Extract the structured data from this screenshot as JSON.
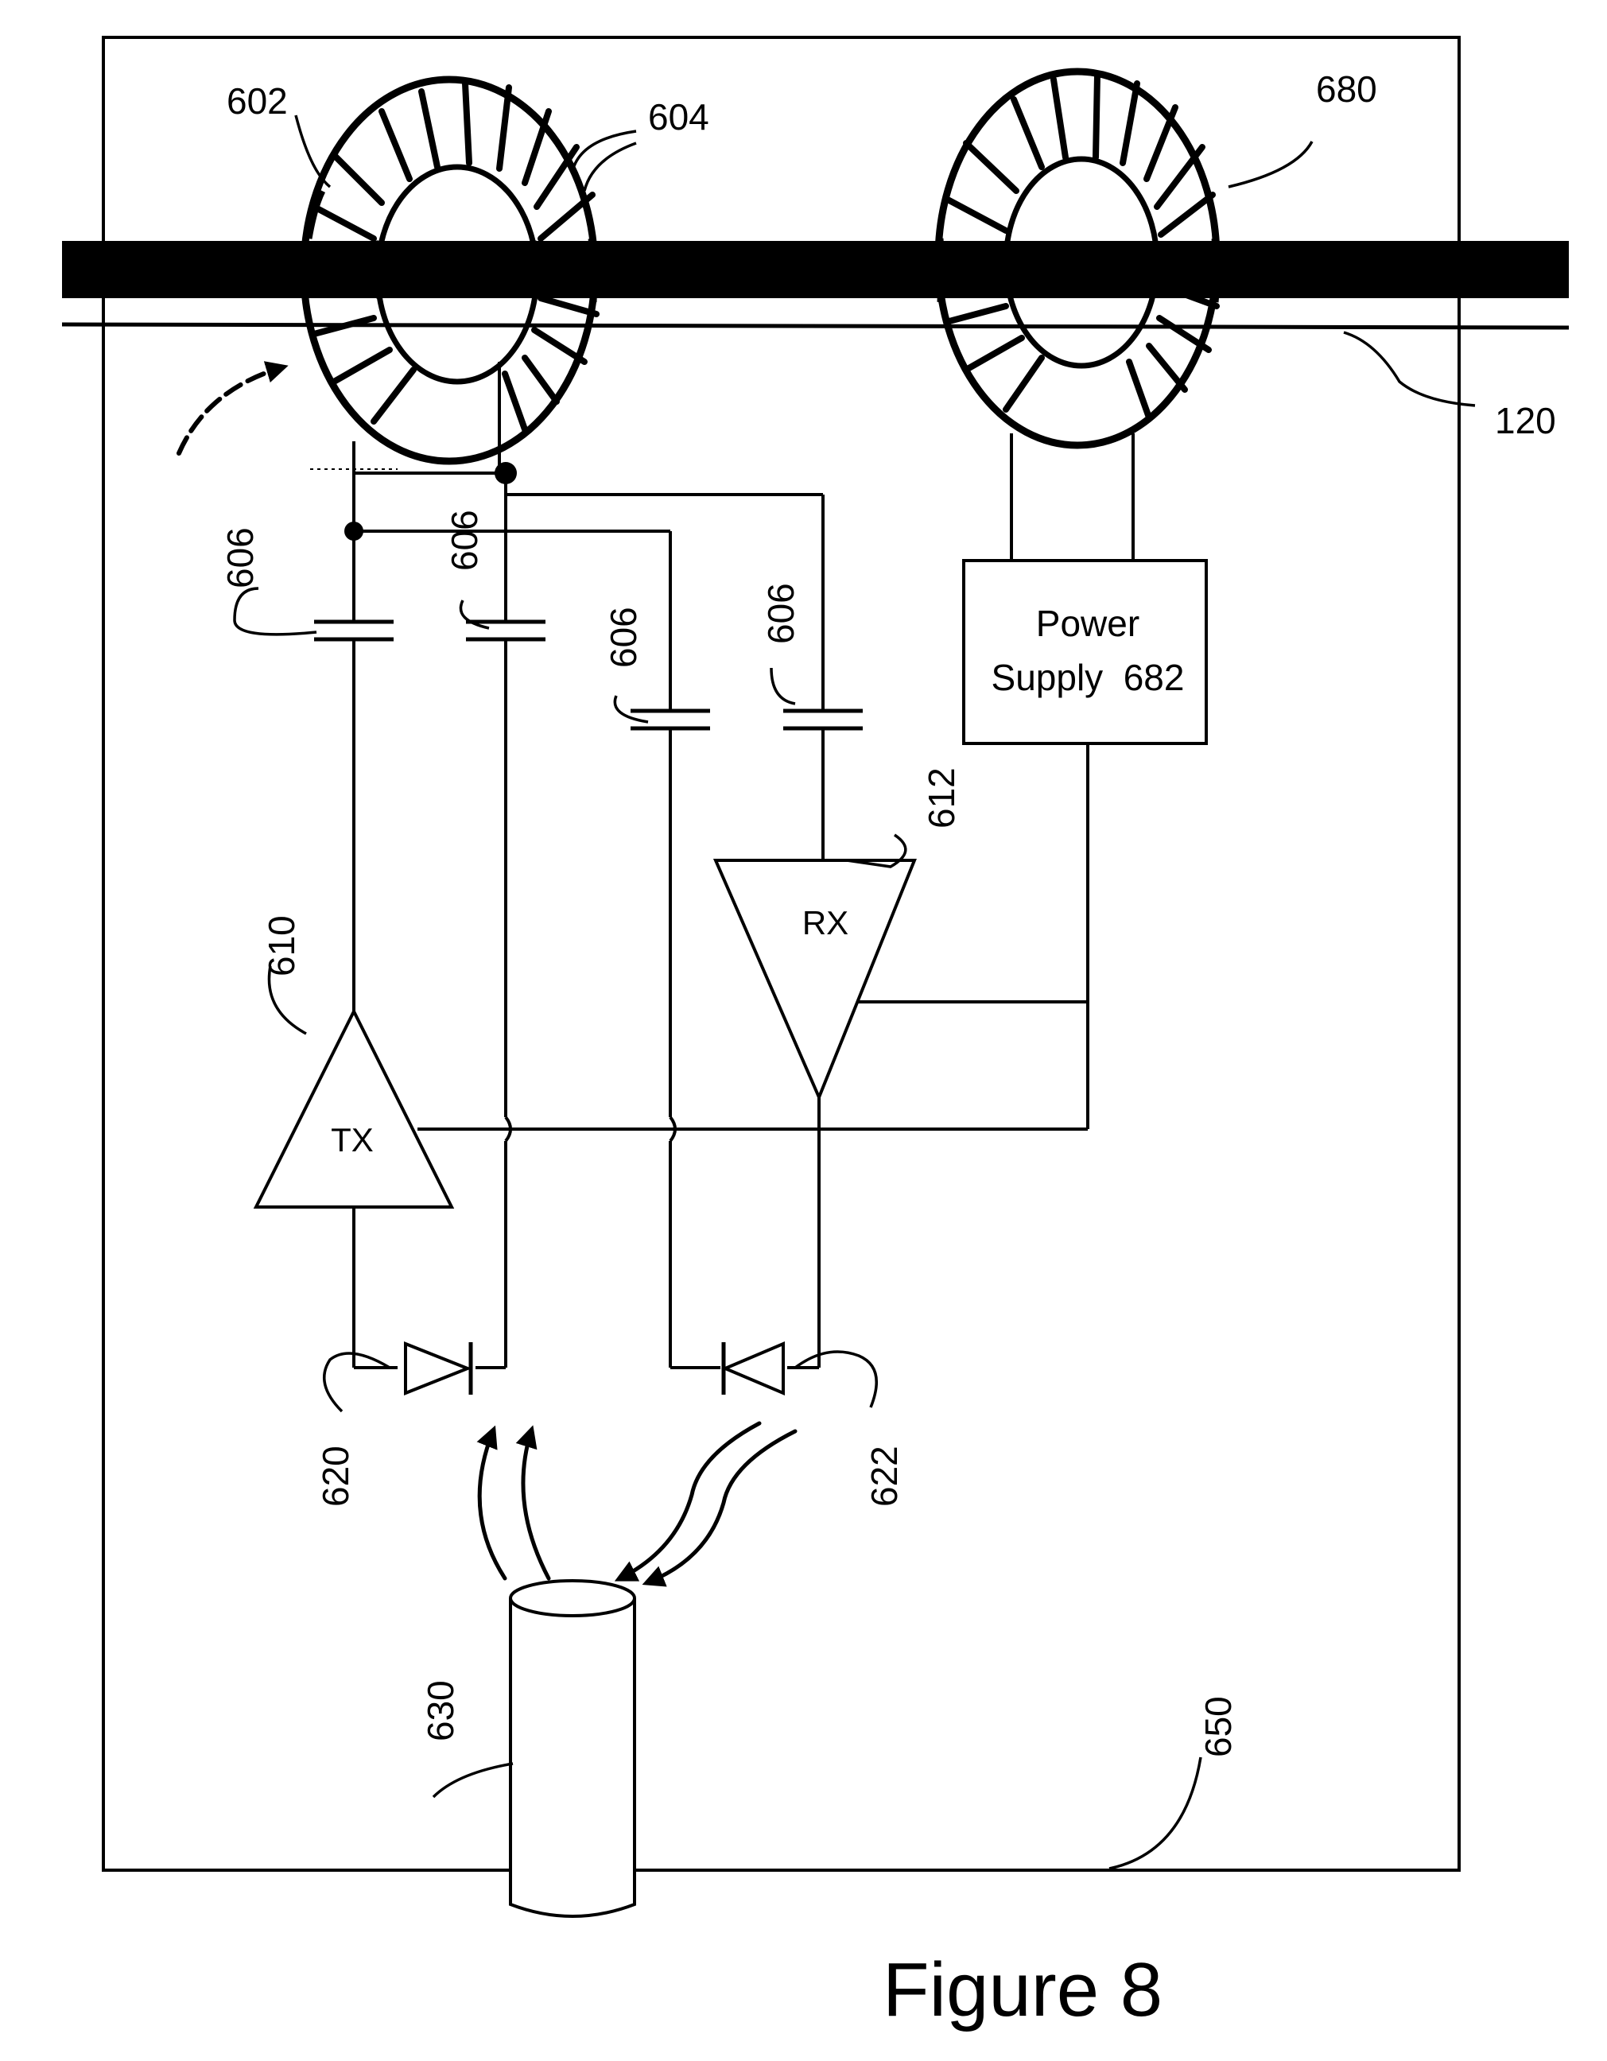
{
  "figure": {
    "caption": "Figure 8",
    "colors": {
      "ink": "#000000",
      "paper": "#ffffff"
    }
  },
  "labels": {
    "core_left": "602",
    "winding": "604",
    "core_right": "680",
    "conductor": "120",
    "cap_1": "606",
    "cap_2": "606",
    "cap_3": "606",
    "cap_4": "606",
    "tx_amp_ref": "610",
    "rx_amp_ref": "612",
    "diode_tx": "620",
    "diode_rx": "622",
    "fiber": "630",
    "enclosure": "650"
  },
  "blocks": {
    "power_supply_line1": "Power",
    "power_supply_line2": "Supply  682",
    "tx": "TX",
    "rx": "RX"
  }
}
